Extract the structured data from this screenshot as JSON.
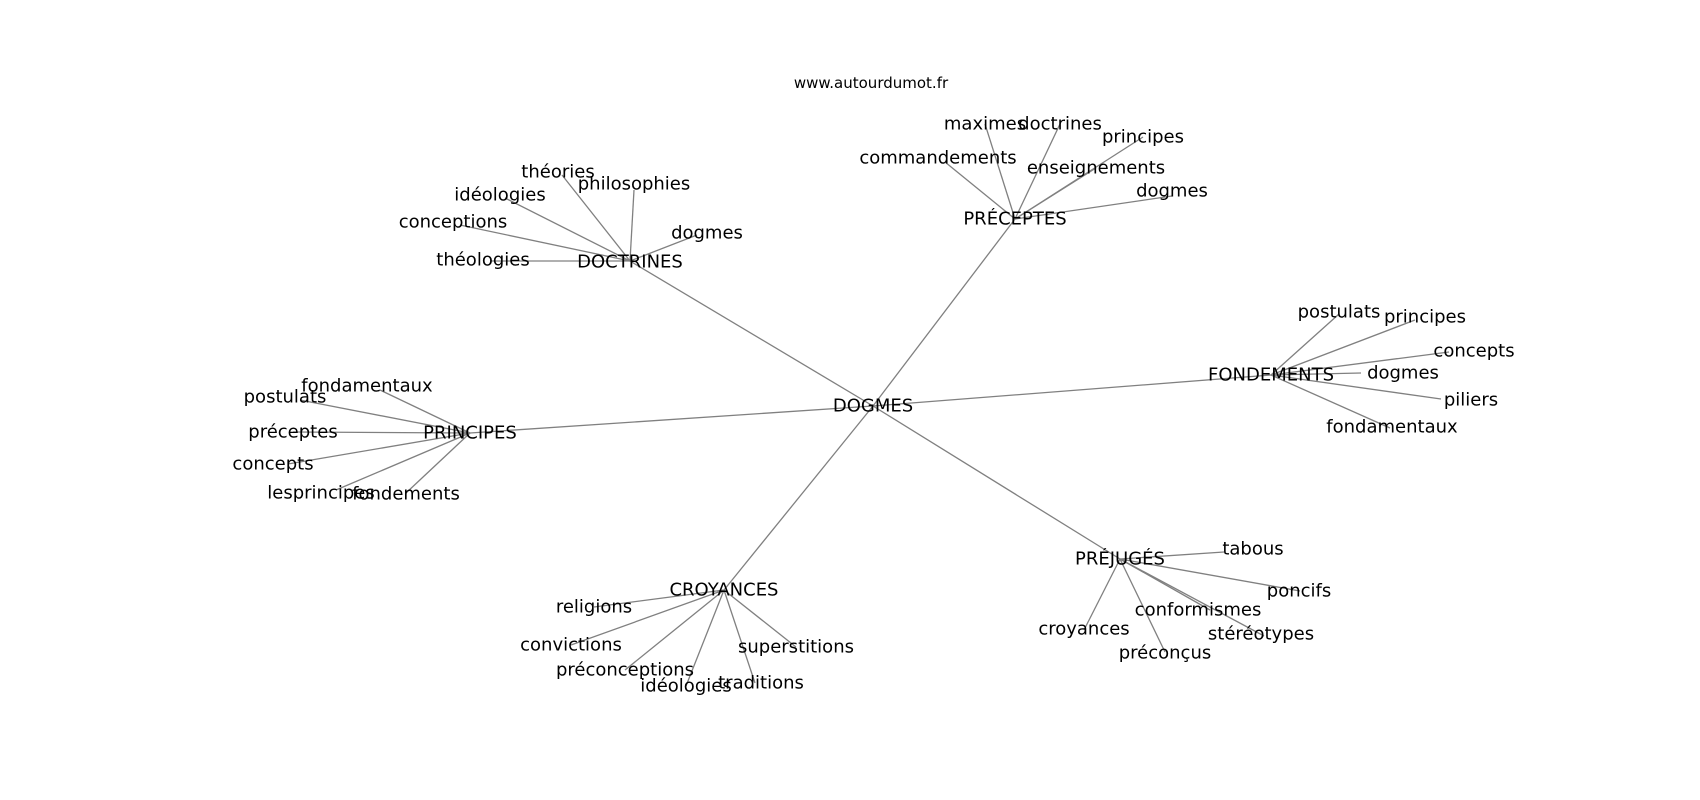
{
  "source": "www.autourdumot.fr",
  "graph": {
    "center": "DOGMES",
    "clusters": [
      {
        "hub": "PRÉCEPTES",
        "leaves": [
          "maximes",
          "doctrines",
          "principes",
          "commandements",
          "enseignements",
          "dogmes"
        ]
      },
      {
        "hub": "DOCTRINES",
        "leaves": [
          "théories",
          "philosophies",
          "idéologies",
          "conceptions",
          "dogmes",
          "théologies"
        ]
      },
      {
        "hub": "FONDEMENTS",
        "leaves": [
          "postulats",
          "principes",
          "concepts",
          "dogmes",
          "piliers",
          "fondamentaux"
        ]
      },
      {
        "hub": "PRINCIPES",
        "leaves": [
          "fondamentaux",
          "postulats",
          "préceptes",
          "concepts",
          "lesprincipes",
          "fondements"
        ]
      },
      {
        "hub": "PRÉJUGÉS",
        "leaves": [
          "tabous",
          "poncifs",
          "conformismes",
          "stéréotypes",
          "croyances",
          "préconçus"
        ]
      },
      {
        "hub": "CROYANCES",
        "leaves": [
          "religions",
          "convictions",
          "superstitions",
          "préconceptions",
          "idéologies",
          "traditions"
        ]
      }
    ]
  }
}
